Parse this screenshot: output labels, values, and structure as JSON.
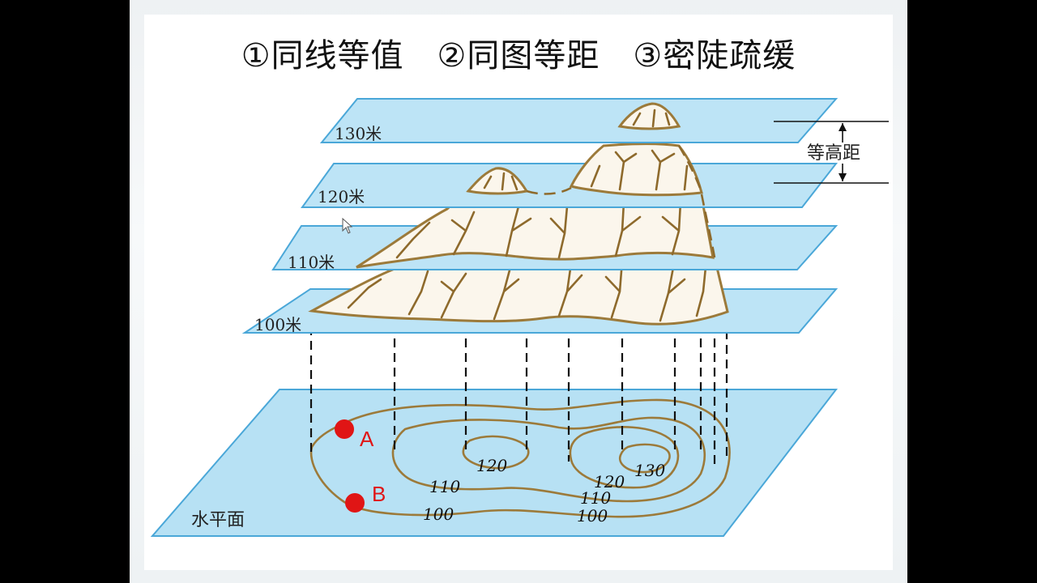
{
  "title": "①同线等值　②同图等距　③密陡疏缓",
  "levels": {
    "l130": "130米",
    "l120": "120米",
    "l110": "110米",
    "l100": "100米"
  },
  "interval_label": "等高距",
  "ground_label": "水平面",
  "contour_labels": {
    "c120a": "120",
    "c130": "130",
    "c120b": "120",
    "c110a": "110",
    "c110b": "110",
    "c100a": "100",
    "c100b": "100"
  },
  "points": {
    "A": "A",
    "B": "B"
  },
  "colors": {
    "plane": "#bde4f6",
    "plane_border": "#4aa7d8",
    "terrain": "#9c7a3a",
    "point": "#e01515"
  }
}
